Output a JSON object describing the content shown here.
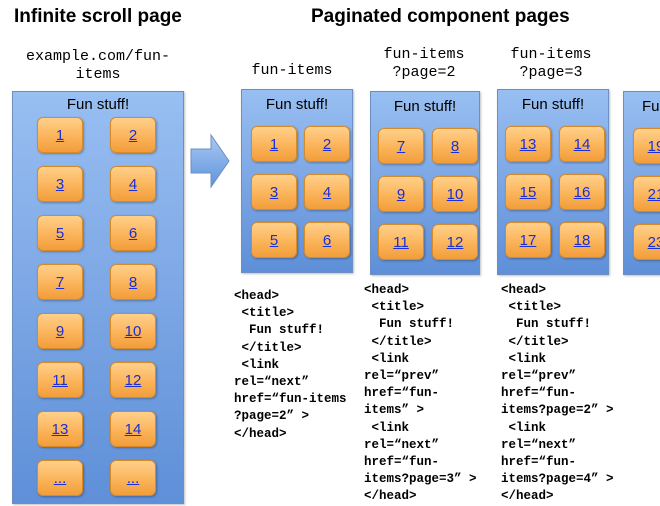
{
  "left": {
    "heading": "Infinite scroll page",
    "url_lines": [
      "example.com/fun-",
      "items"
    ],
    "panel_title": "Fun stuff!",
    "items": [
      "1",
      "2",
      "3",
      "4",
      "5",
      "6",
      "7",
      "8",
      "9",
      "10",
      "11",
      "12",
      "13",
      "14",
      "...",
      "..."
    ]
  },
  "right": {
    "heading": "Paginated component pages",
    "pages": [
      {
        "url_lines": [
          "fun-items"
        ],
        "panel_title": "Fun stuff!",
        "items": [
          "1",
          "2",
          "3",
          "4",
          "5",
          "6"
        ],
        "code_lines": [
          "<head>",
          " <title>",
          "  Fun stuff!",
          " </title>",
          " <link",
          "rel=“next”",
          "href=“fun-items",
          "?page=2” >",
          "</head>"
        ]
      },
      {
        "url_lines": [
          "fun-items",
          "?page=2"
        ],
        "panel_title": "Fun stuff!",
        "items": [
          "7",
          "8",
          "9",
          "10",
          "11",
          "12"
        ],
        "code_lines": [
          "<head>",
          " <title>",
          "  Fun stuff!",
          " </title>",
          " <link",
          "rel=“prev”",
          "href=“fun-",
          "items” >",
          " <link",
          "rel=“next”",
          "href=“fun-",
          "items?page=3” >",
          "</head>"
        ]
      },
      {
        "url_lines": [
          "fun-items",
          "?page=3"
        ],
        "panel_title": "Fun stuff!",
        "items": [
          "13",
          "14",
          "15",
          "16",
          "17",
          "18"
        ],
        "code_lines": [
          "<head>",
          " <title>",
          "  Fun stuff!",
          " </title>",
          " <link",
          "rel=“prev”",
          "href=“fun-",
          "items?page=2” >",
          " <link",
          "rel=“next”",
          "href=“fun-",
          "items?page=4” >",
          "</head>"
        ]
      },
      {
        "panel_title": "Fu",
        "items": [
          "19",
          "21",
          "23"
        ]
      }
    ]
  },
  "colors": {
    "panel_top": "#98bff2",
    "panel_bottom": "#5e8fd8",
    "tile_top": "#ffd08a",
    "tile_bottom": "#f29d3a",
    "link": "#1a2fd6",
    "arrow": "#6c9fe0"
  }
}
